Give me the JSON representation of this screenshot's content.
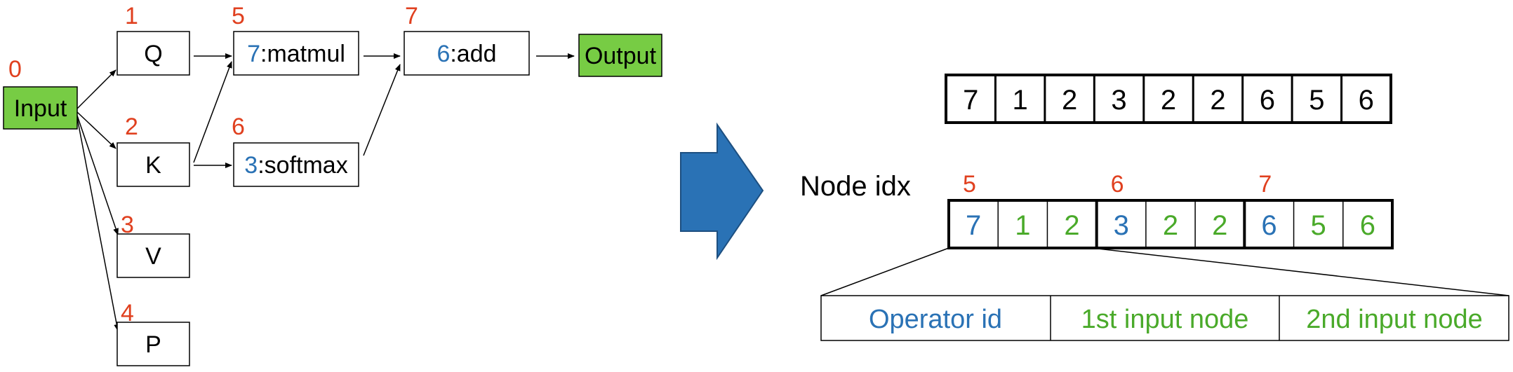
{
  "colors": {
    "red": "#e0401f",
    "blue": "#2a72b5",
    "green": "#4aaa2a",
    "greenFill": "#77cc44",
    "arrowFill": "#2a72b5"
  },
  "graph": {
    "input": {
      "index": "0",
      "label": "Input"
    },
    "q": {
      "index": "1",
      "label": "Q"
    },
    "k": {
      "index": "2",
      "label": "K"
    },
    "v": {
      "index": "3",
      "label": "V"
    },
    "p": {
      "index": "4",
      "label": "P"
    },
    "matmul": {
      "index": "5",
      "op": "7",
      "name": ":matmul"
    },
    "softmax": {
      "index": "6",
      "op": "3",
      "name": ":softmax"
    },
    "add": {
      "index": "7",
      "op": "6",
      "name": ":add"
    },
    "output": {
      "label": "Output"
    }
  },
  "encoding": {
    "sequence": [
      "7",
      "1",
      "2",
      "3",
      "2",
      "2",
      "6",
      "5",
      "6"
    ],
    "node_idx_label": "Node idx",
    "groups": [
      {
        "index": "5",
        "cells": [
          "7",
          "1",
          "2"
        ]
      },
      {
        "index": "6",
        "cells": [
          "3",
          "2",
          "2"
        ]
      },
      {
        "index": "7",
        "cells": [
          "6",
          "5",
          "6"
        ]
      }
    ],
    "legend": [
      "Operator id",
      "1st input node",
      "2nd input node"
    ]
  }
}
